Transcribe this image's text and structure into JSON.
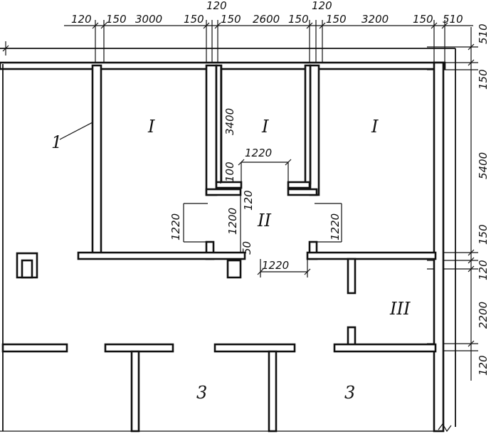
{
  "top_dims": {
    "d1": "120",
    "d2": "150",
    "d3": "3000",
    "d4": "150",
    "d5": "120",
    "d6": "150",
    "d7": "2600",
    "d8": "150",
    "d9": "120",
    "d10": "150",
    "d11": "3200",
    "d12": "150",
    "d13": "510"
  },
  "right_dims": {
    "r1": "510",
    "r2": "150",
    "r3": "5400",
    "r4": "150",
    "r5": "120",
    "r6": "2200",
    "r7": "120"
  },
  "inner_dims": {
    "v3400": "3400",
    "h1220_top": "1220",
    "v100": "100",
    "v120": "120",
    "v1200": "1200",
    "v50": "50",
    "v1220_left": "1220",
    "v1220_right": "1220",
    "h1220_bottom": "1220"
  },
  "rooms": {
    "r1": "I",
    "r2": "I",
    "r3": "I",
    "r4": "II",
    "r5": "III",
    "r6": "3",
    "r7": "3"
  },
  "callout": "1"
}
